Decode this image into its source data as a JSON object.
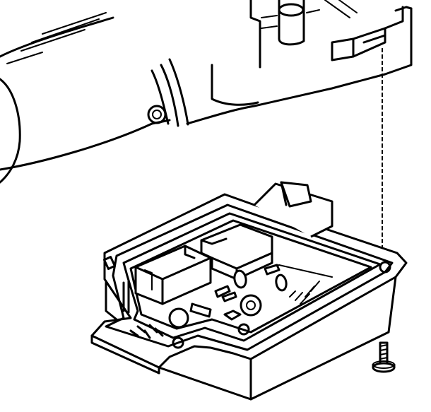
{
  "diagram": {
    "components": [
      "motor-housing",
      "mounting-bracket",
      "control-module-case",
      "circuit-board",
      "relay-left",
      "relay-right",
      "mounting-screw"
    ],
    "colors": {
      "ink": "#000000",
      "paper": "#ffffff"
    }
  }
}
